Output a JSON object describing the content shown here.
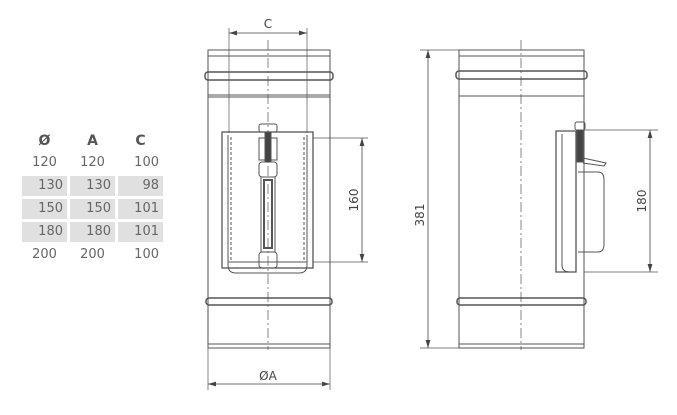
{
  "table": {
    "headers": [
      "Ø",
      "A",
      "C"
    ],
    "rows": [
      [
        "120",
        "120",
        "100"
      ],
      [
        "130",
        "130",
        "98"
      ],
      [
        "150",
        "150",
        "101"
      ],
      [
        "180",
        "180",
        "101"
      ],
      [
        "200",
        "200",
        "100"
      ]
    ],
    "shaded_rows": [
      1,
      2,
      3
    ]
  },
  "front_view": {
    "dim_c": "C",
    "dim_door_height": "160",
    "dim_diameter": "ØA"
  },
  "side_view": {
    "dim_total_height": "381",
    "dim_door_height": "180"
  },
  "colors": {
    "line": "#555555",
    "shade": "#e0e0e0"
  }
}
